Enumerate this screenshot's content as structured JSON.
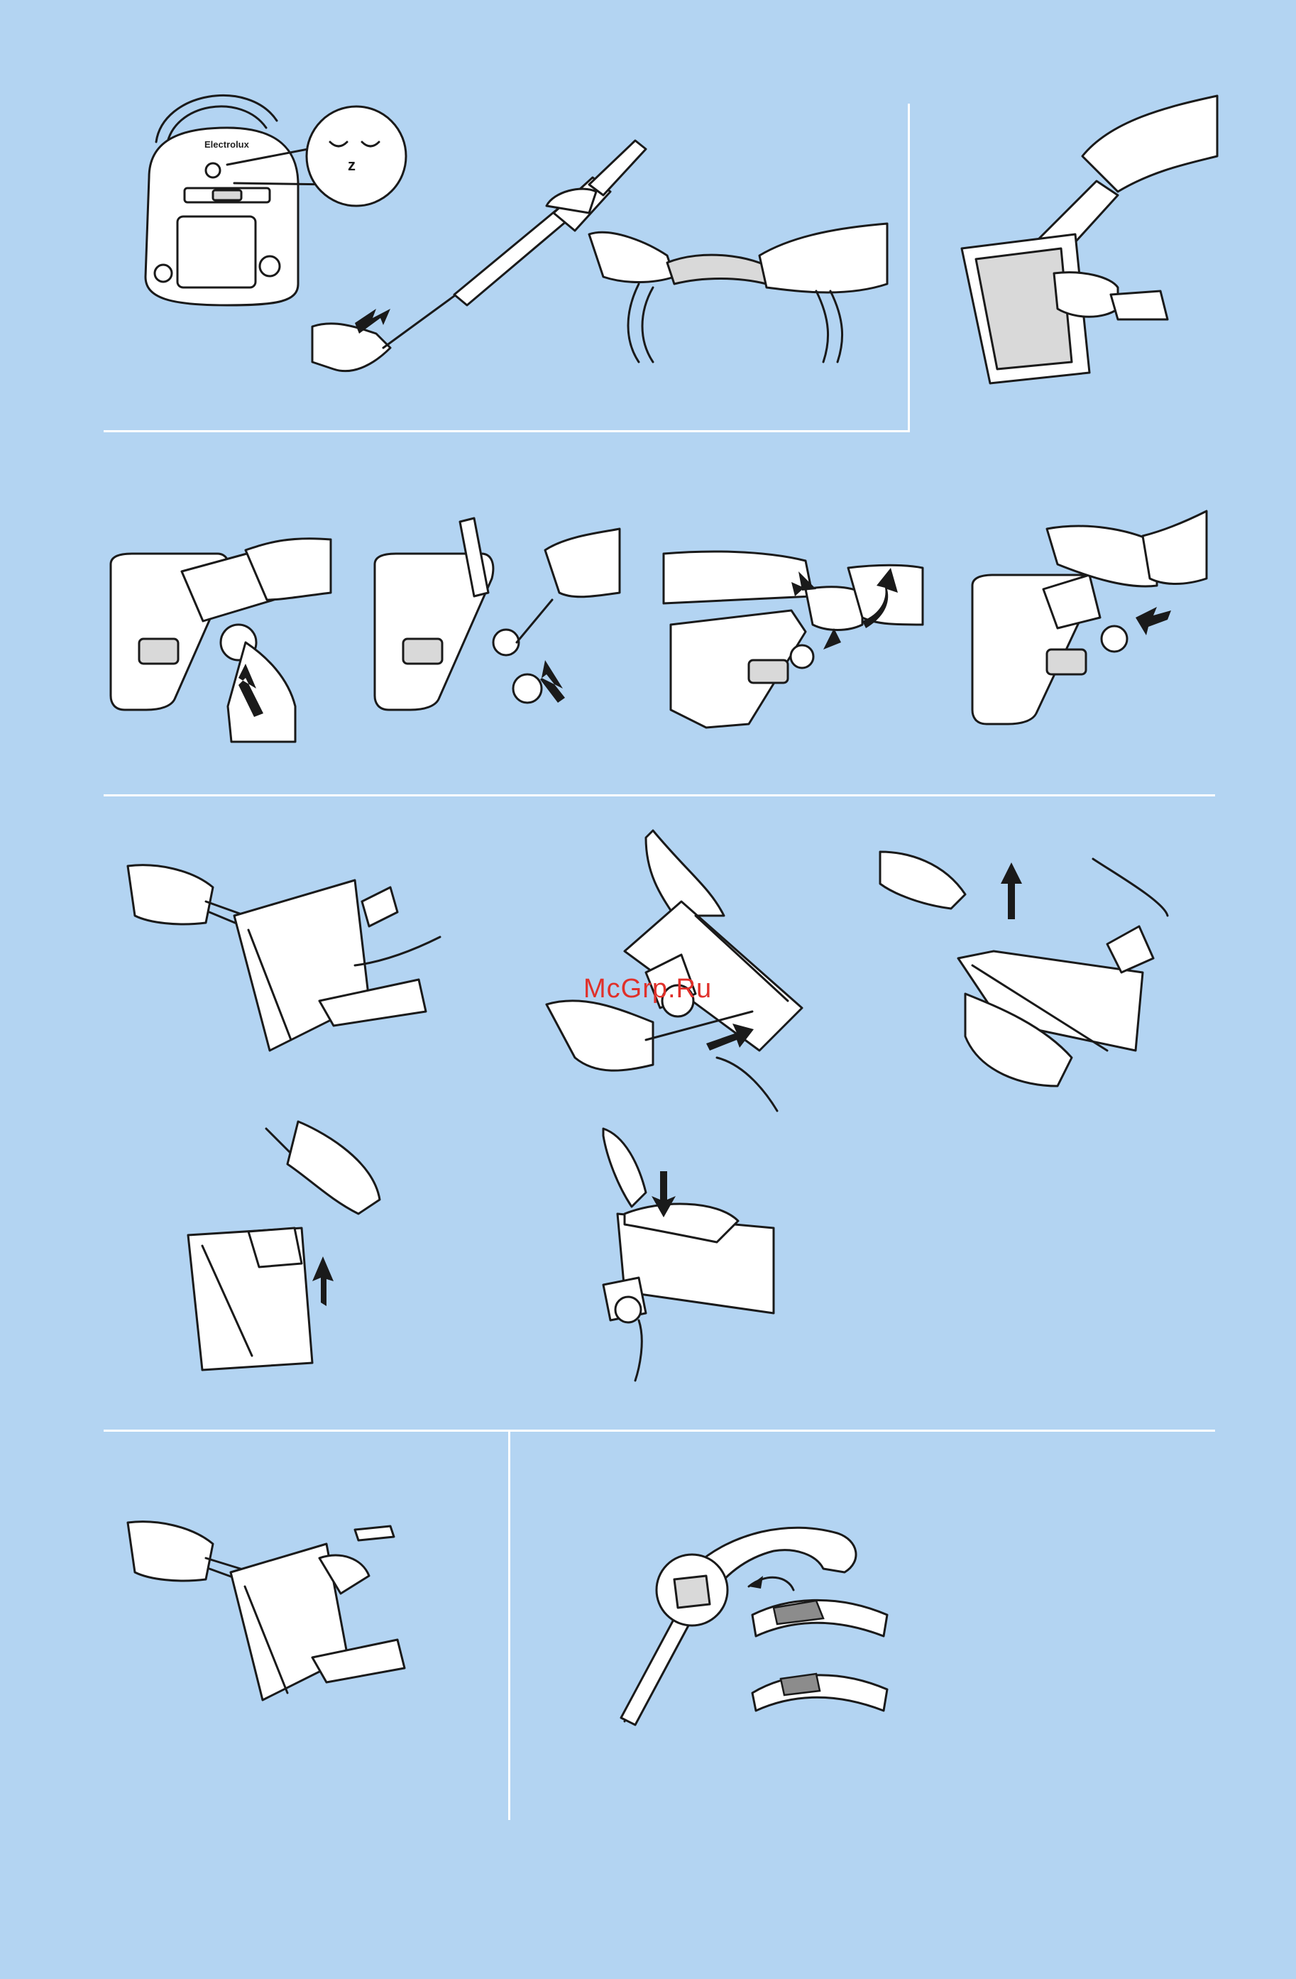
{
  "watermark": "McGrp.Ru",
  "brand": "Electrolux",
  "colors": {
    "background": "#b3d4f2",
    "rule": "#ffffff",
    "ink": "#1a1a1a",
    "watermark": "#e0302a"
  },
  "icons": {
    "vacuum": "vacuum-cleaner-icon",
    "sleep": "sleeping-face-icon",
    "arrow": "arrow-icon",
    "hand": "hand-icon"
  },
  "sleep_symbol": "z"
}
